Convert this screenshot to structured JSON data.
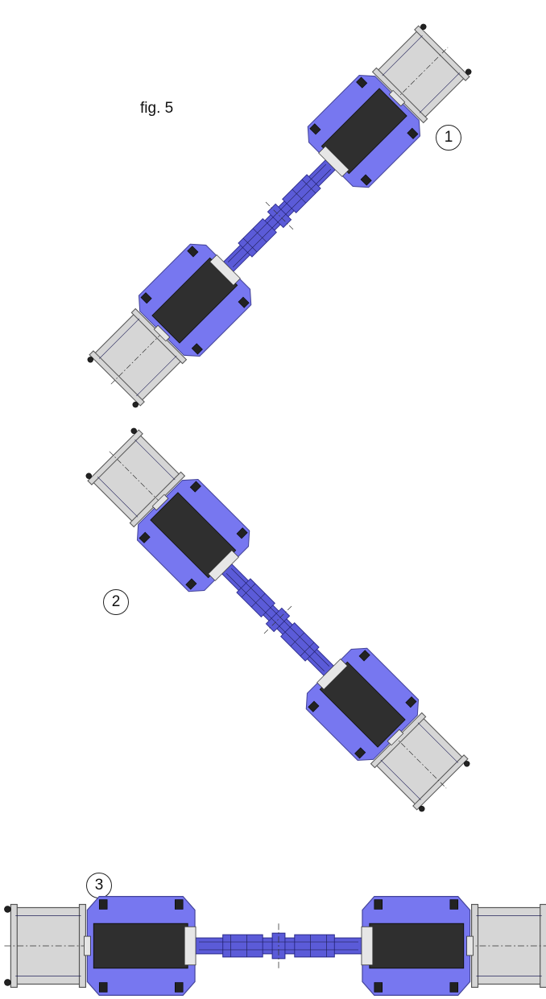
{
  "figure": {
    "label": "fig. 5"
  },
  "markers": [
    {
      "id": "1",
      "symbol": "1"
    },
    {
      "id": "2",
      "symbol": "2"
    },
    {
      "id": "3",
      "symbol": "3"
    }
  ],
  "colors": {
    "base_plate": "#7777f0",
    "base_plate_stroke": "#44449a",
    "rail": "#2f2f2f",
    "housing": "#d6d6d6",
    "housing_stroke": "#555555",
    "shaft": "#5b5bd8",
    "centerline": "#333333"
  },
  "views": [
    {
      "id": "view-1",
      "orientation": "diagonal-rising"
    },
    {
      "id": "view-2",
      "orientation": "diagonal-falling"
    },
    {
      "id": "view-3",
      "orientation": "horizontal"
    }
  ]
}
